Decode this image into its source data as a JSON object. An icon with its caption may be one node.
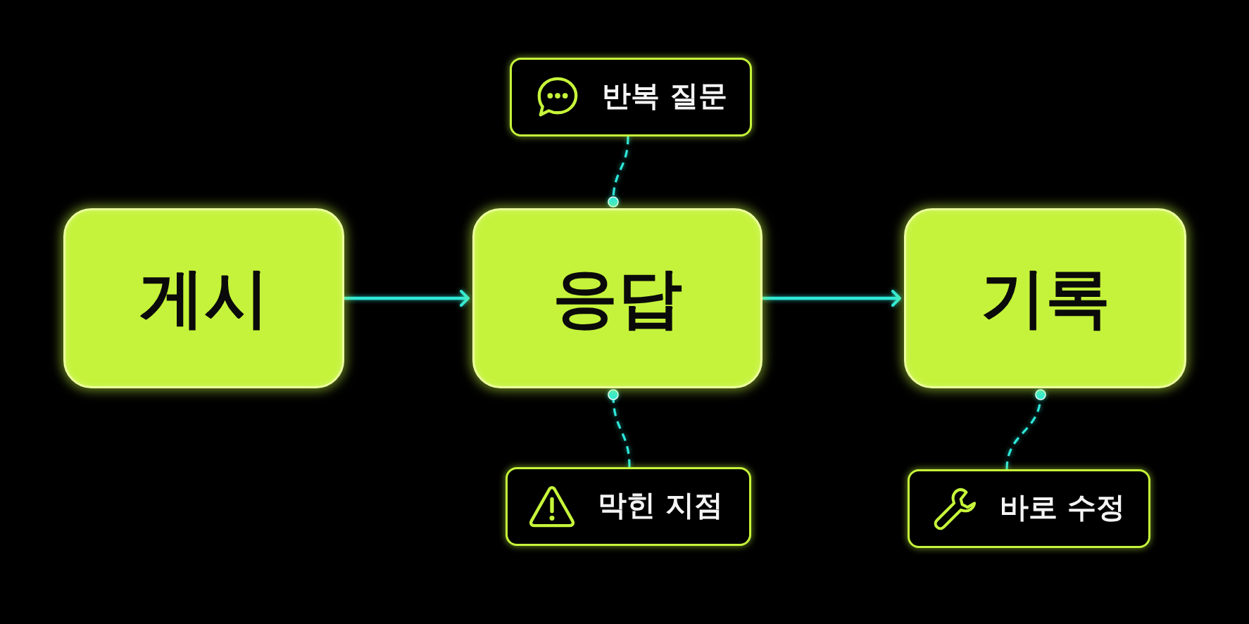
{
  "diagram": {
    "nodes": [
      {
        "text": [
          "반복 질문"
        ]
      },
      {
        "text": [
          "게시"
        ]
      },
      {
        "text": [
          "응답"
        ]
      },
      {
        "text": [
          "기록"
        ]
      },
      {
        "text": [
          "막힌 지점"
        ]
      },
      {
        "text": [
          "바로 수정"
        ]
      }
    ],
    "edges": [
      {
        "from": 1,
        "to": 2,
        "arrow": "to"
      },
      {
        "from": 2,
        "to": 3,
        "arrow": "to"
      },
      {
        "from": 0,
        "to": 2,
        "arrow": "other",
        "style": "dashed"
      },
      {
        "from": 4,
        "to": 2,
        "arrow": "other",
        "style": "dashed"
      },
      {
        "from": 5,
        "to": 3,
        "arrow": "other",
        "style": "dashed"
      }
    ]
  }
}
